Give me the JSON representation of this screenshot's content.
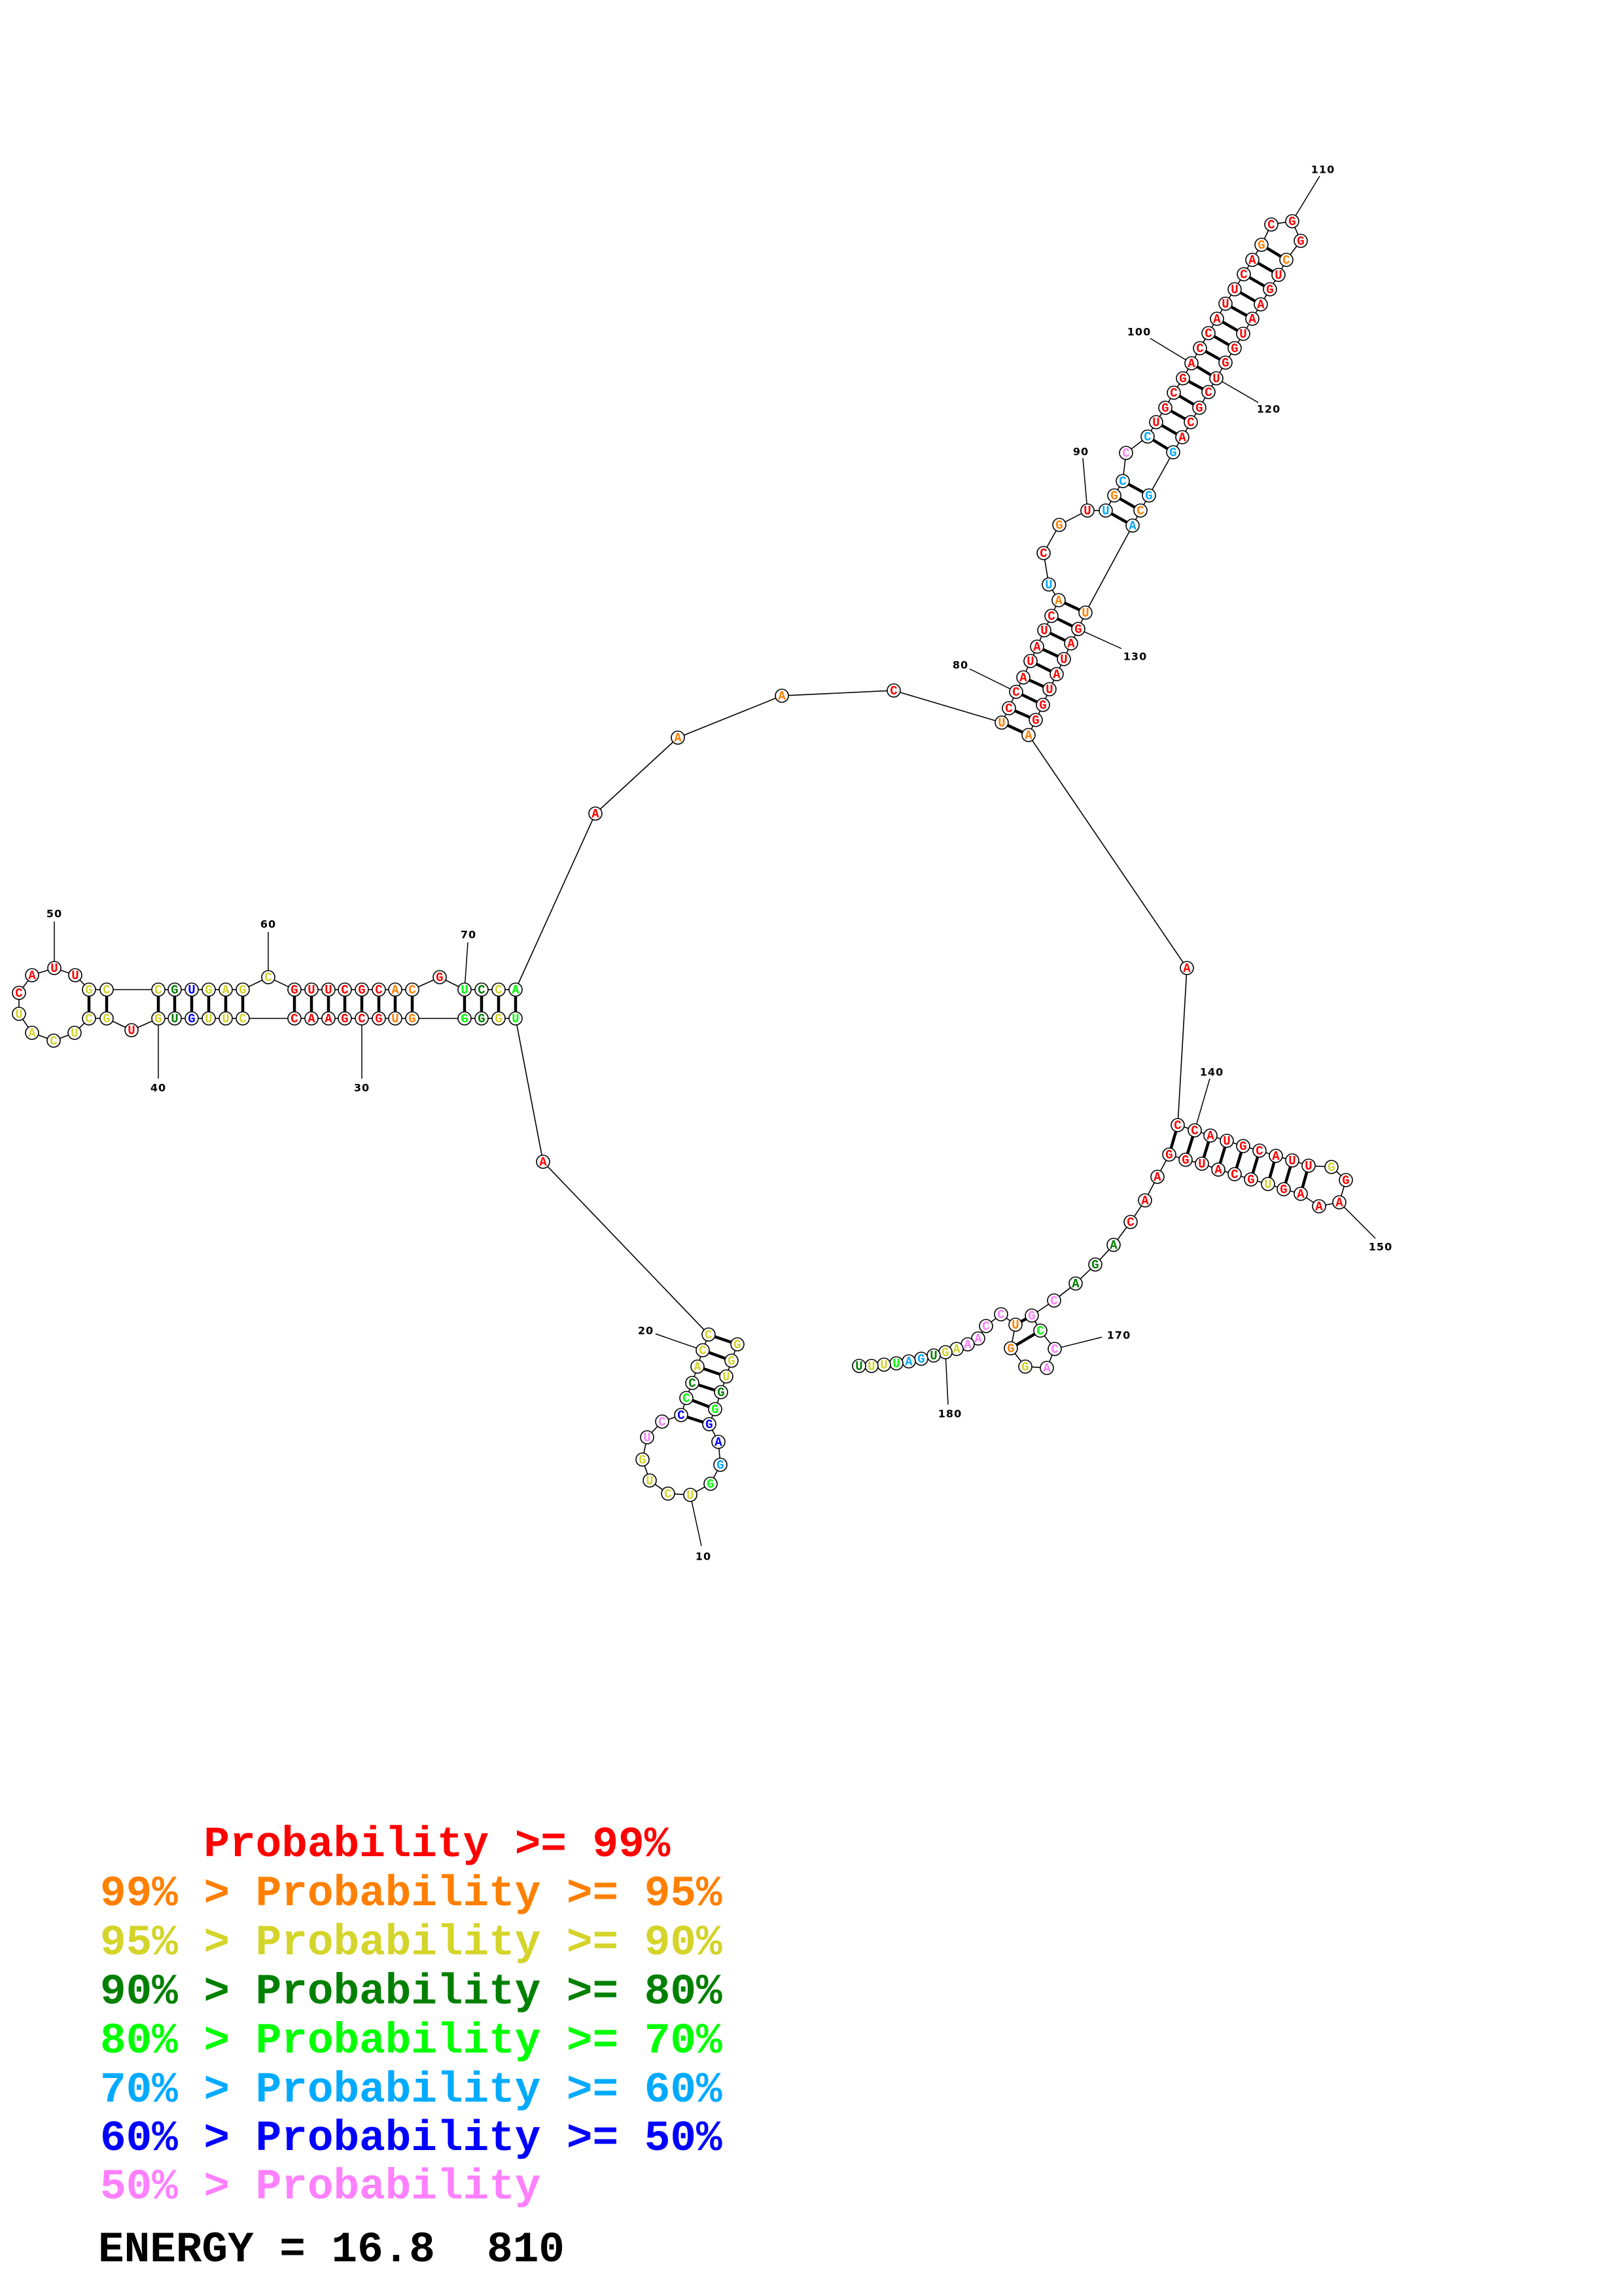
{
  "colors": {
    "p99": "#ff0000",
    "p95": "#ff8000",
    "p90": "#d4d42a",
    "p80": "#008000",
    "p70": "#00ff00",
    "p60": "#00aaff",
    "p50": "#0000ff",
    "plow": "#ff80ff"
  },
  "structure": {
    "sequence": [
      "G",
      "G",
      "U",
      "G",
      "G",
      "G",
      "A",
      "G",
      "G",
      "U",
      "C",
      "U",
      "G",
      "U",
      "C",
      "C",
      "C",
      "C",
      "A",
      "C",
      "C",
      "A",
      "U",
      "G",
      "G",
      "G",
      "G",
      "U",
      "G",
      "C",
      "G",
      "A",
      "A",
      "C",
      "C",
      "U",
      "U",
      "G",
      "U",
      "G",
      "U",
      "G",
      "C",
      "U",
      "C",
      "A",
      "U",
      "C",
      "A",
      "U",
      "U",
      "G",
      "C",
      "C",
      "G",
      "U",
      "G",
      "A",
      "G",
      "C",
      "G",
      "U",
      "U",
      "C",
      "G",
      "C",
      "A",
      "C",
      "G",
      "U",
      "C",
      "C",
      "A",
      "A",
      "A",
      "A",
      "C",
      "U",
      "C",
      "C",
      "A",
      "U",
      "A",
      "U",
      "C",
      "A",
      "U",
      "C",
      "G",
      "U",
      "U",
      "G",
      "C",
      "C",
      "C",
      "U",
      "G",
      "C",
      "G",
      "A",
      "C",
      "C",
      "A",
      "U",
      "U",
      "C",
      "A",
      "G",
      "C",
      "G",
      "G",
      "C",
      "U",
      "G",
      "A",
      "A",
      "U",
      "G",
      "G",
      "U",
      "C",
      "G",
      "C",
      "A",
      "G",
      "G",
      "C",
      "A",
      "U",
      "G",
      "A",
      "U",
      "A",
      "U",
      "G",
      "G",
      "A",
      "A",
      "C",
      "C",
      "A",
      "U",
      "G",
      "C",
      "A",
      "U",
      "U",
      "G",
      "G",
      "A",
      "A",
      "A",
      "G",
      "U",
      "G",
      "C",
      "A",
      "U",
      "G",
      "G",
      "A",
      "A",
      "C",
      "A",
      "G",
      "A",
      "C",
      "G",
      "C",
      "C",
      "A",
      "G",
      "G",
      "U",
      "C",
      "C",
      "A",
      "A",
      "A",
      "G",
      "U",
      "G",
      "A",
      "U",
      "U",
      "U",
      "U"
    ],
    "probability_class": [
      "p90",
      "p90",
      "p90",
      "p80",
      "p70",
      "p50",
      "p50",
      "p60",
      "p70",
      "p90",
      "p90",
      "p90",
      "p90",
      "plow",
      "plow",
      "p50",
      "p70",
      "p80",
      "p90",
      "p90",
      "p90",
      "p99",
      "p70",
      "p90",
      "p80",
      "p70",
      "p95",
      "p95",
      "p99",
      "p99",
      "p99",
      "p99",
      "p99",
      "p99",
      "p90",
      "p90",
      "p90",
      "p50",
      "p80",
      "p90",
      "p99",
      "p90",
      "p90",
      "p90",
      "p90",
      "p90",
      "p90",
      "p99",
      "p99",
      "p99",
      "p99",
      "p90",
      "p90",
      "p90",
      "p80",
      "p50",
      "p90",
      "p90",
      "p90",
      "p90",
      "p99",
      "p99",
      "p99",
      "p99",
      "p99",
      "p99",
      "p95",
      "p95",
      "p99",
      "p70",
      "p80",
      "p90",
      "p70",
      "p99",
      "p95",
      "p95",
      "p99",
      "p95",
      "p99",
      "p99",
      "p99",
      "p99",
      "p99",
      "p99",
      "p99",
      "p95",
      "p60",
      "p99",
      "p95",
      "p99",
      "p60",
      "p95",
      "p60",
      "plow",
      "p60",
      "p99",
      "p99",
      "p99",
      "p99",
      "p99",
      "p99",
      "p99",
      "p99",
      "p99",
      "p99",
      "p99",
      "p99",
      "p95",
      "p99",
      "p99",
      "p99",
      "p95",
      "p99",
      "p99",
      "p99",
      "p99",
      "p99",
      "p99",
      "p99",
      "p99",
      "p99",
      "p99",
      "p99",
      "p99",
      "p60",
      "p60",
      "p95",
      "p60",
      "p95",
      "p99",
      "p99",
      "p99",
      "p99",
      "p99",
      "p99",
      "p99",
      "p95",
      "p99",
      "p99",
      "p99",
      "p99",
      "p99",
      "p99",
      "p99",
      "p99",
      "p99",
      "p99",
      "p90",
      "p99",
      "p99",
      "p99",
      "p99",
      "p99",
      "p90",
      "p99",
      "p99",
      "p99",
      "p99",
      "p99",
      "p99",
      "p99",
      "p99",
      "p99",
      "p80",
      "p80",
      "p80",
      "plow",
      "plow",
      "p70",
      "plow",
      "plow",
      "p90",
      "p95",
      "p95",
      "plow",
      "plow",
      "plow",
      "plow",
      "p90",
      "p90",
      "p80",
      "p60",
      "p60",
      "p70",
      "p90",
      "p90",
      "p80",
      "p80",
      "p95"
    ],
    "pairs": [
      [
        1,
        21
      ],
      [
        2,
        20
      ],
      [
        3,
        19
      ],
      [
        4,
        18
      ],
      [
        5,
        17
      ],
      [
        6,
        16
      ],
      [
        23,
        73
      ],
      [
        24,
        72
      ],
      [
        25,
        71
      ],
      [
        26,
        70
      ],
      [
        27,
        68
      ],
      [
        28,
        67
      ],
      [
        29,
        66
      ],
      [
        30,
        65
      ],
      [
        31,
        64
      ],
      [
        32,
        63
      ],
      [
        33,
        62
      ],
      [
        34,
        61
      ],
      [
        35,
        59
      ],
      [
        36,
        58
      ],
      [
        37,
        57
      ],
      [
        38,
        56
      ],
      [
        39,
        55
      ],
      [
        40,
        54
      ],
      [
        42,
        53
      ],
      [
        43,
        52
      ],
      [
        78,
        137
      ],
      [
        79,
        136
      ],
      [
        80,
        135
      ],
      [
        81,
        134
      ],
      [
        82,
        133
      ],
      [
        83,
        132
      ],
      [
        84,
        131
      ],
      [
        85,
        130
      ],
      [
        86,
        129
      ],
      [
        91,
        128
      ],
      [
        92,
        127
      ],
      [
        93,
        126
      ],
      [
        95,
        125
      ],
      [
        96,
        124
      ],
      [
        97,
        123
      ],
      [
        98,
        122
      ],
      [
        99,
        121
      ],
      [
        100,
        120
      ],
      [
        101,
        119
      ],
      [
        102,
        118
      ],
      [
        103,
        117
      ],
      [
        104,
        116
      ],
      [
        105,
        115
      ],
      [
        106,
        114
      ],
      [
        107,
        113
      ],
      [
        108,
        112
      ],
      [
        139,
        160
      ],
      [
        140,
        159
      ],
      [
        141,
        158
      ],
      [
        142,
        157
      ],
      [
        143,
        156
      ],
      [
        144,
        155
      ],
      [
        145,
        154
      ],
      [
        146,
        153
      ],
      [
        147,
        152
      ],
      [
        168,
        174
      ],
      [
        169,
        173
      ]
    ],
    "position_labels": [
      "10",
      "20",
      "30",
      "40",
      "50",
      "60",
      "70",
      "80",
      "90",
      "100",
      "110",
      "120",
      "130",
      "140",
      "150",
      "170",
      "180"
    ]
  },
  "legend": {
    "lines": [
      {
        "text": "    Probability >= 99%",
        "class": "p99"
      },
      {
        "text": "99% > Probability >= 95%",
        "class": "p95"
      },
      {
        "text": "95% > Probability >= 90%",
        "class": "p90"
      },
      {
        "text": "90% > Probability >= 80%",
        "class": "p80"
      },
      {
        "text": "80% > Probability >= 70%",
        "class": "p70"
      },
      {
        "text": "70% > Probability >= 60%",
        "class": "p60"
      },
      {
        "text": "60% > Probability >= 50%",
        "class": "p50"
      },
      {
        "text": "50% > Probability",
        "class": "plow"
      }
    ],
    "energy": "ENERGY = 16.8  810"
  }
}
